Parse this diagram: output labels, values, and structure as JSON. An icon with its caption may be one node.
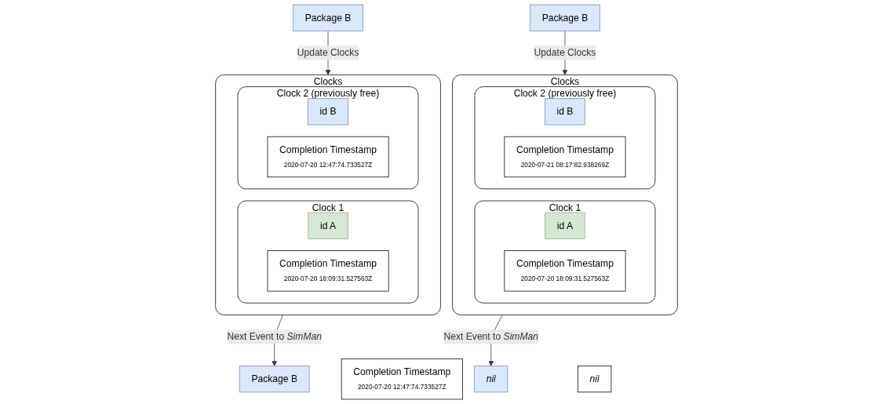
{
  "diagram": {
    "nodes": [
      {
        "text": [
          "Package B"
        ]
      },
      {
        "text": [
          "Clocks"
        ]
      },
      {
        "text": [
          "Clock 1"
        ],
        "in": 1
      },
      {
        "text": [
          "id A"
        ],
        "in": 2
      },
      {
        "text": [
          "Completion Timestamp",
          "2020-07-20 18:09:31.527563Z"
        ],
        "in": 2
      },
      {
        "text": [
          "Clock 2 (previously free)"
        ],
        "in": 1
      },
      {
        "text": [
          "id B"
        ],
        "in": 5
      },
      {
        "text": [
          "Completion Timestamp",
          "2020-07-20 12:47:74.733527Z"
        ],
        "in": 5
      },
      {
        "text": [
          "Package B"
        ]
      },
      {
        "text": [
          "Completion Timestamp",
          "2020-07-20 12:47:74.733527Z"
        ]
      },
      {
        "text": [
          "Package B"
        ]
      },
      {
        "text": [
          "Clocks"
        ]
      },
      {
        "text": [
          "Clock 1"
        ],
        "in": 11
      },
      {
        "text": [
          "id A"
        ],
        "in": 12
      },
      {
        "text": [
          "Completion Timestamp",
          "2020-07-20 18:09:31.527563Z"
        ],
        "in": 12
      },
      {
        "text": [
          "Clock 2 (previously free)"
        ],
        "in": 11
      },
      {
        "text": [
          "id B"
        ],
        "in": 15
      },
      {
        "text": [
          "Completion Timestamp",
          "2020-07-21 08:17:82.938269Z"
        ],
        "in": 15
      },
      {
        "text": [
          "nil"
        ]
      },
      {
        "text": [
          "nil"
        ]
      }
    ],
    "edges": [
      {
        "from": 0,
        "to": 1,
        "arrow": "to",
        "label": "Update Clocks"
      },
      {
        "from": 1,
        "to": 8,
        "arrow": "to",
        "label": "Next Event to *SimMan*"
      },
      {
        "from": 10,
        "to": 11,
        "arrow": "to",
        "label": "Update Clocks"
      },
      {
        "from": 11,
        "to": 18,
        "arrow": "to",
        "label": "Next Event to *SimMan*"
      }
    ]
  }
}
